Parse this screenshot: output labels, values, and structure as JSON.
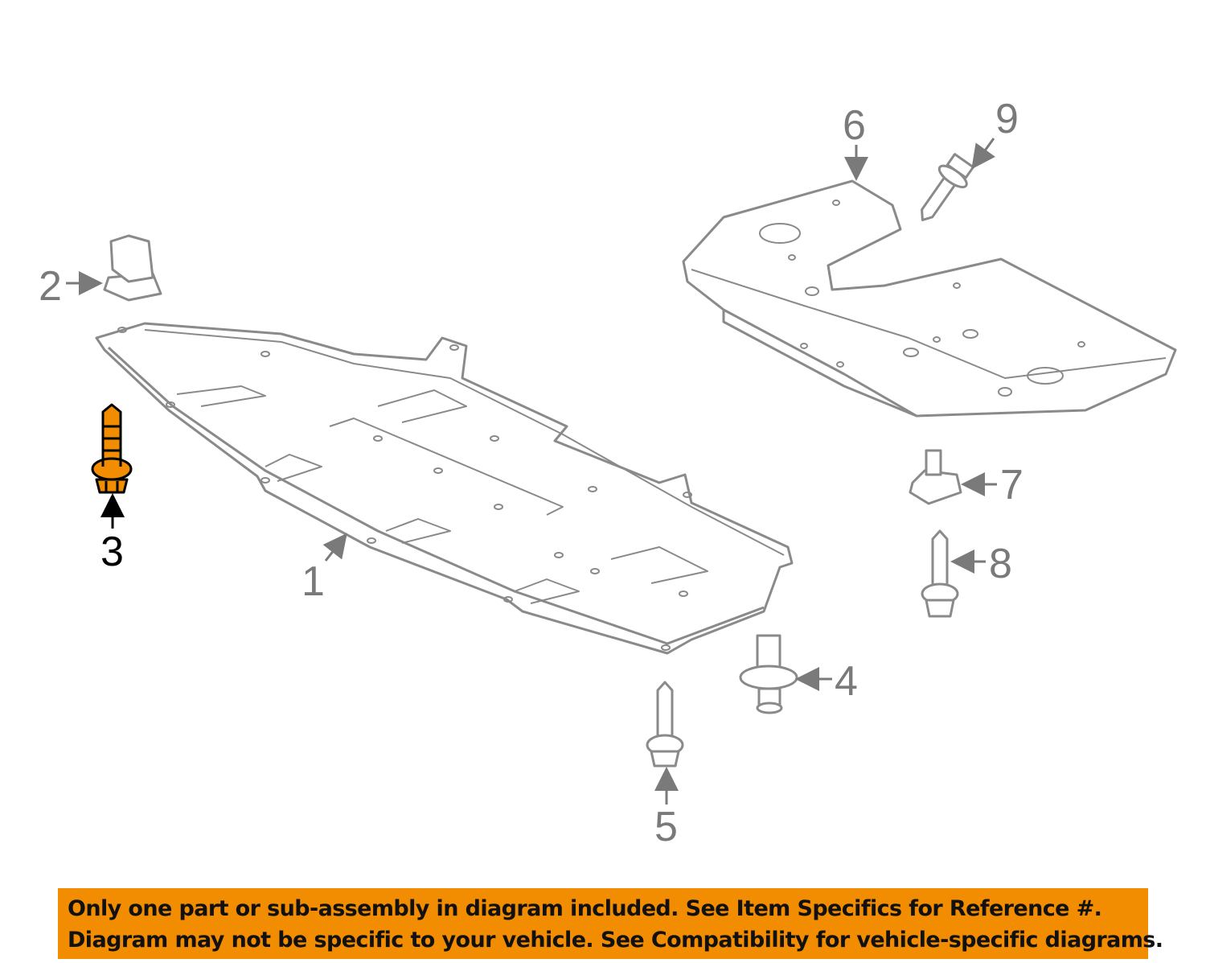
{
  "diagram": {
    "callouts": [
      "1",
      "2",
      "3",
      "4",
      "5",
      "6",
      "7",
      "8",
      "9"
    ],
    "highlighted_part": "3",
    "highlight_color": "#f28c00",
    "line_color": "#8a8a8a"
  },
  "banner": {
    "line1": "Only one part or sub-assembly in diagram included. See Item Specifics for Reference #.",
    "line2": "Diagram may not be specific to your vehicle. See Compatibility for vehicle-specific diagrams."
  }
}
